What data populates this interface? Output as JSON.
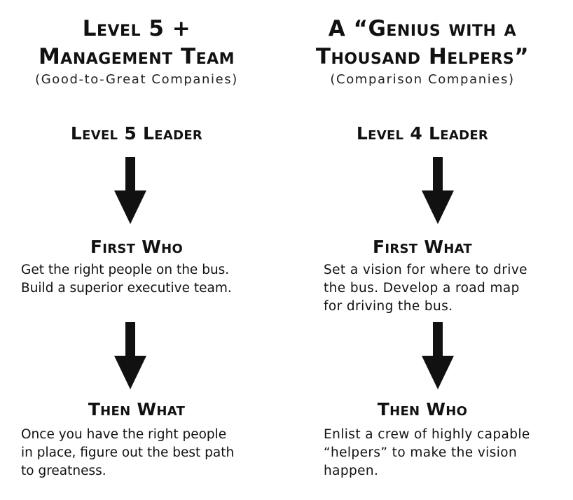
{
  "left": {
    "title_line1": "Level 5 +",
    "title_line2": "Management Team",
    "subtitle": "(Good-to-Great Companies)",
    "leader": "Level 5 Leader",
    "step1_title": "First Who",
    "step1_desc_line1": "Get the right people on the bus.",
    "step1_desc_line2": "Build a superior executive team.",
    "step2_title": "Then What",
    "step2_desc_line1": "Once you have the right people",
    "step2_desc_line2": "in place, figure out the best path",
    "step2_desc_line3": "to greatness."
  },
  "right": {
    "title_line1": "A “Genius with a",
    "title_line2": "Thousand Helpers”",
    "subtitle": "(Comparison Companies)",
    "leader": "Level 4 Leader",
    "step1_title": "First What",
    "step1_desc_line1": "Set a vision for where to drive",
    "step1_desc_line2": "the bus. Develop a road map",
    "step1_desc_line3": "for driving the bus.",
    "step2_title": "Then Who",
    "step2_desc_line1": "Enlist a crew of highly capable",
    "step2_desc_line2": "“helpers” to make the vision",
    "step2_desc_line3": "happen."
  },
  "colors": {
    "text": "#111111",
    "arrow": "#111111",
    "background": "#ffffff"
  },
  "icons": [
    "down-arrow-icon"
  ]
}
